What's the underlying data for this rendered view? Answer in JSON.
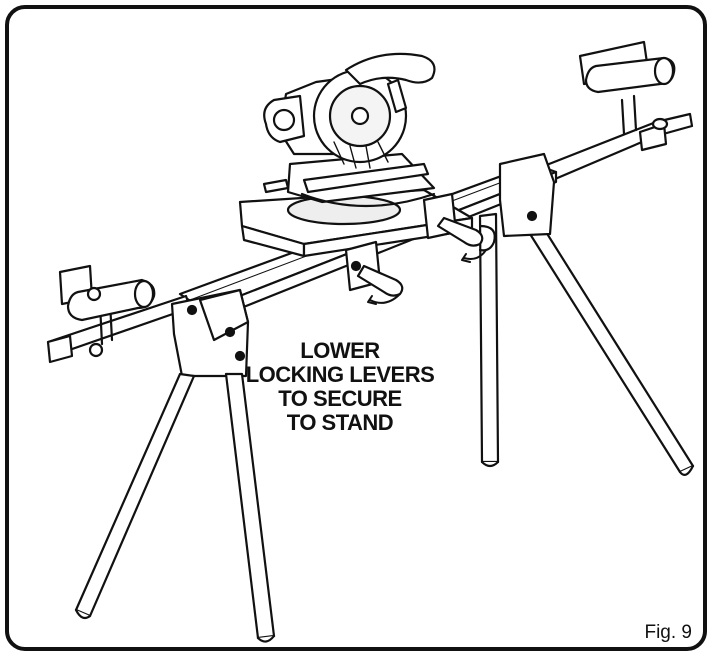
{
  "callout": {
    "lines": [
      "LOWER",
      "LOCKING LEVERS",
      "TO SECURE",
      "TO STAND"
    ]
  },
  "figure": {
    "label": "Fig. 9"
  },
  "colors": {
    "ink": "#111111",
    "paper": "#ffffff",
    "light_shade": "#e6e6e6"
  }
}
